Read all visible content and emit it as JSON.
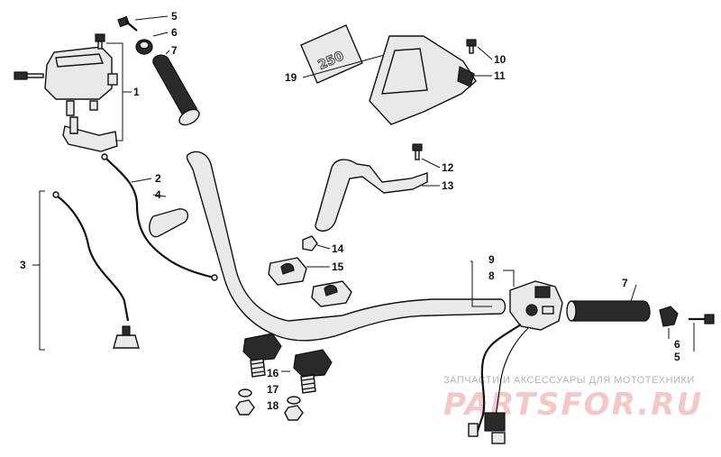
{
  "labels": {
    "l1": "1",
    "l2": "2",
    "l3": "3",
    "l4": "4",
    "l5a": "5",
    "l6a": "6",
    "l7a": "7",
    "l8": "8",
    "l9": "9",
    "l10": "10",
    "l11": "11",
    "l12": "12",
    "l13": "13",
    "l14": "14",
    "l15": "15",
    "l16": "16",
    "l17": "17",
    "l18": "18",
    "l19": "19",
    "l7b": "7",
    "l6b": "6",
    "l5b": "5"
  },
  "decal_text": "250",
  "watermark": {
    "tagline": "ЗАПЧАСТИ И АКСЕССУАРЫ ДЛЯ МОТОТЕХНИКИ",
    "logo": "PARTSFOR.RU"
  }
}
